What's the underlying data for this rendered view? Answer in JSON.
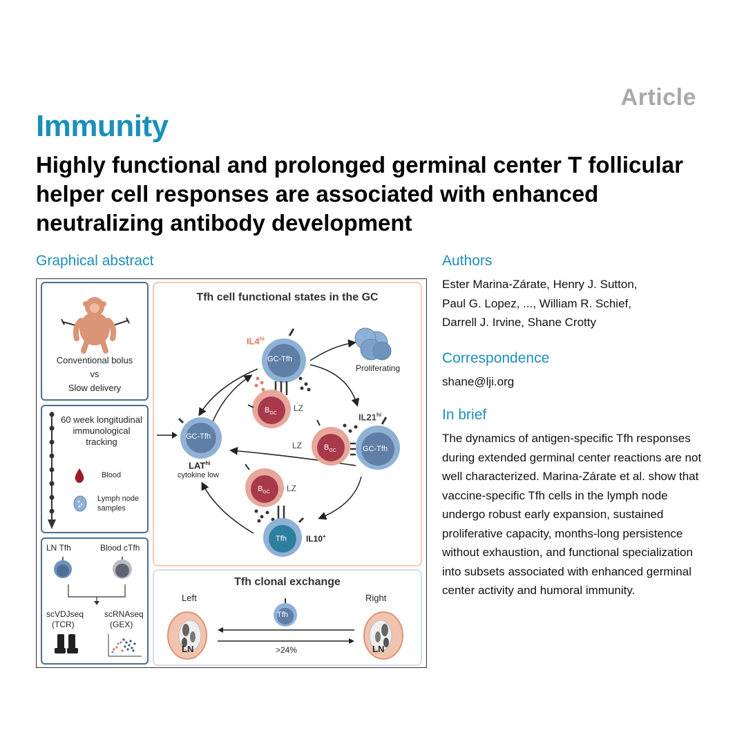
{
  "header": {
    "article_label": "Article",
    "journal": "Immunity",
    "title": "Highly functional and prolonged germinal center T follicular helper cell responses are associated with enhanced neutralizing antibody development"
  },
  "graphical_abstract": {
    "heading": "Graphical abstract",
    "delivery": {
      "line1": "Conventional bolus",
      "line2": "vs",
      "line3": "Slow delivery"
    },
    "tracking": {
      "line1": "60 week longitudinal",
      "line2": "immunological",
      "line3": "tracking",
      "blood": "Blood",
      "lymph1": "Lymph node",
      "lymph2": "samples"
    },
    "sequencing": {
      "ln_tfh": "LN Tfh",
      "blood_ctfh": "Blood cTfh",
      "scvdj": "scVDJseq",
      "tcr": "(TCR)",
      "scrna": "scRNAseq",
      "gex": "(GEX)"
    },
    "states": {
      "title": "Tfh cell functional states in the GC",
      "il4": "IL4",
      "hi": "hi",
      "gc_tfh": "GC-Tfh",
      "proliferating": "Proliferating",
      "bgc_b": "B",
      "bgc_sub": "GC",
      "lz": "LZ",
      "il21": "IL21",
      "lat": "LAT",
      "cytokine_low": "cytokine low",
      "tfh": "Tfh",
      "il10": "IL10",
      "plus": "+"
    },
    "clonal": {
      "title": "Tfh clonal exchange",
      "left": "Left",
      "right": "Right",
      "tfh": "Tfh",
      "ln": "LN",
      "percent": ">24%"
    }
  },
  "authors": {
    "heading": "Authors",
    "line1": "Ester Marina-Zárate, Henry J. Sutton,",
    "line2": "Paul G. Lopez, ..., William R. Schief,",
    "line3": "Darrell J. Irvine, Shane Crotty"
  },
  "correspondence": {
    "heading": "Correspondence",
    "email": "shane@lji.org"
  },
  "in_brief": {
    "heading": "In brief",
    "text": "The dynamics of antigen-specific Tfh responses during extended germinal center reactions are not well characterized. Marina-Zárate et al. show that vaccine-specific Tfh cells in the lymph node undergo robust early expansion, sustained proliferative capacity, months-long persistence without exhaustion, and functional specialization into subsets associated with enhanced germinal center activity and humoral immunity."
  },
  "colors": {
    "accent": "#1b8fba",
    "article_gray": "#a7a9ac",
    "panel_border": "#4a6d94",
    "tfh_blue": "#6f93bd",
    "bgc_red": "#b5474f",
    "il4_orange": "#e07a5f"
  }
}
